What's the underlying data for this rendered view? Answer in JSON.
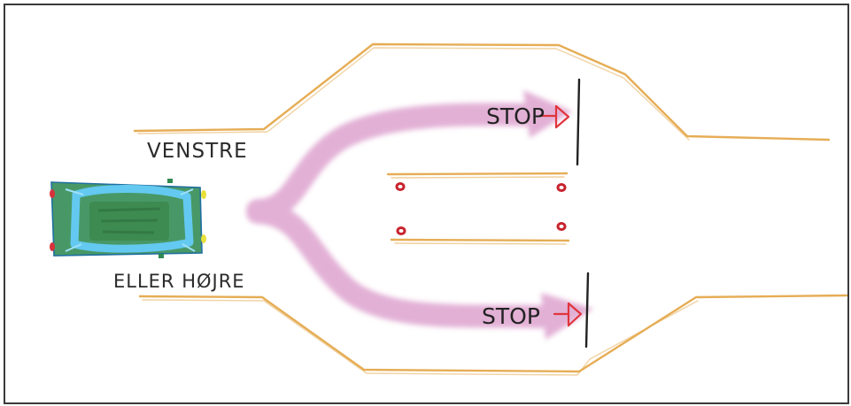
{
  "labels": {
    "left": "VENSTRE",
    "right": "ELLER HØJRE",
    "stop_top": "STOP",
    "stop_bottom": "STOP"
  },
  "colors": {
    "road_edge": "#e6ad55",
    "arrow": "#d996c8",
    "car_body": "#2f8a52",
    "car_window": "#63c9f0",
    "stop_line": "#222222",
    "signal": "#e0353d",
    "marker": "#c8232e",
    "frame": "#3a3a3a"
  },
  "icons": {
    "car": "car-topview-icon",
    "signal": "traffic-signal-icon"
  }
}
